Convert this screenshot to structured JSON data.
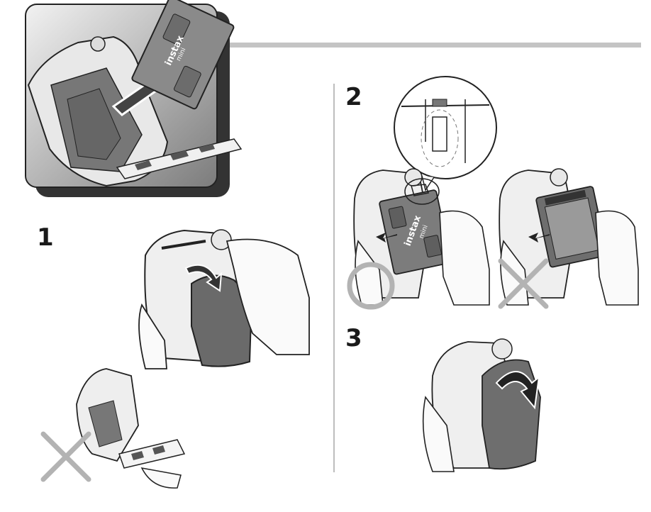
{
  "steps": [
    {
      "number": "1"
    },
    {
      "number": "2"
    },
    {
      "number": "3"
    }
  ],
  "film_pack": {
    "brand": "instax",
    "model": "mini"
  },
  "colors": {
    "line": "#222222",
    "dark_fill": "#6b6b6b",
    "mid_fill": "#9a9a9a",
    "light_fill": "#d4d4d4",
    "header_bar": "#c4c4c4",
    "divider": "#bdbdbd",
    "correct_mark": "#b3b3b3",
    "wrong_mark": "#b3b3b3"
  },
  "marks": {
    "correct": "circle-ok-icon",
    "wrong": "cross-ng-icon"
  }
}
